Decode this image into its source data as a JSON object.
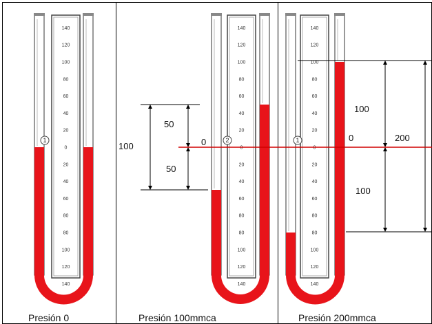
{
  "scale": {
    "upper_ticks": [
      "140",
      "120",
      "100",
      "80",
      "60",
      "40",
      "20"
    ],
    "zero": "0",
    "lower_ticks": [
      "20",
      "40",
      "60",
      "80",
      "80",
      "100",
      "120",
      "140"
    ]
  },
  "panels": [
    {
      "caption": "Presión 0",
      "marker": "1",
      "left_level_mm": 0,
      "right_level_mm": 0
    },
    {
      "caption": "Presión 100mmca",
      "marker": "2",
      "left_level_mm": -50,
      "right_level_mm": 50,
      "annotations": {
        "total": "100",
        "upper": "50",
        "lower": "50",
        "zero_label": "0"
      }
    },
    {
      "caption": "Presión 200mmca",
      "marker": "1",
      "left_level_mm": -100,
      "right_level_mm": 100,
      "annotations": {
        "upper": "100",
        "lower": "100",
        "total": "200",
        "zero_label": "0"
      }
    }
  ],
  "colors": {
    "liquid": "#e8141a",
    "tube_border": "#555555",
    "reference_line": "#d00000"
  }
}
